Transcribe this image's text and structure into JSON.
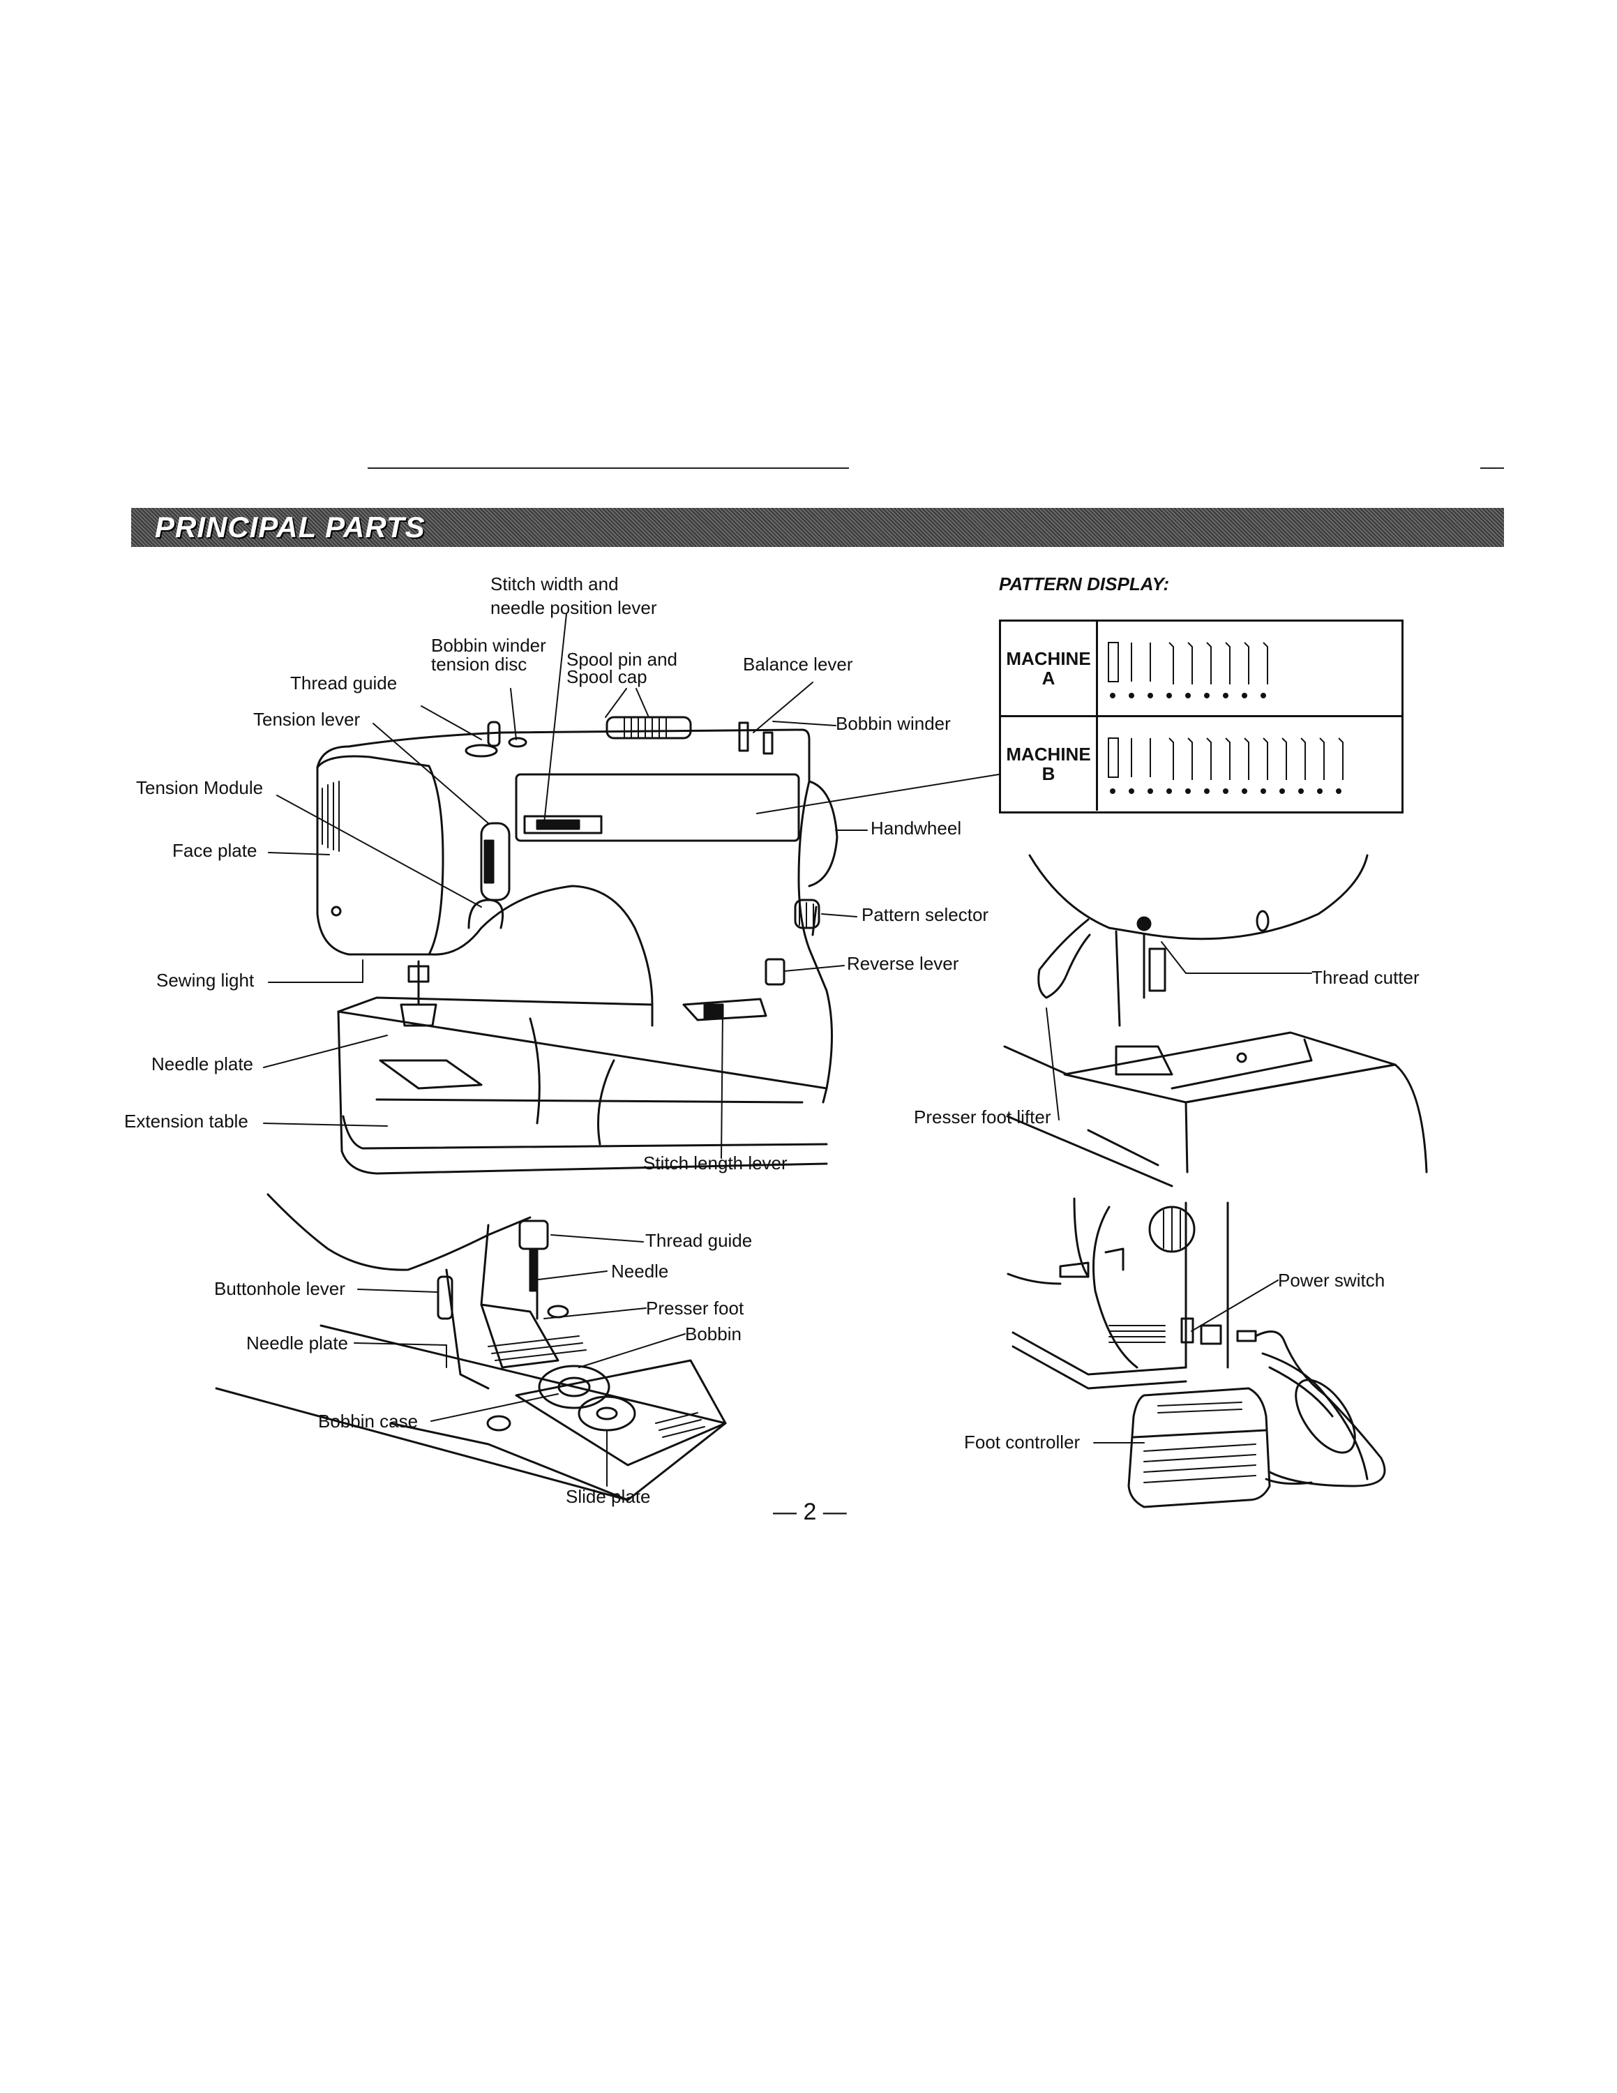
{
  "header": {
    "title": "PRINCIPAL PARTS"
  },
  "main_labels": {
    "stitch_width_line1": "Stitch width and",
    "stitch_width_line2": "needle position lever",
    "bobbin_winder_tension_line1": "Bobbin winder",
    "bobbin_winder_tension_line2": "tension disc",
    "spool_line1": "Spool pin and",
    "spool_line2": "Spool cap",
    "balance_lever": "Balance lever",
    "thread_guide": "Thread guide",
    "tension_lever": "Tension lever",
    "bobbin_winder": "Bobbin winder",
    "tension_module": "Tension Module",
    "face_plate": "Face plate",
    "handwheel": "Handwheel",
    "pattern_selector": "Pattern selector",
    "reverse_lever": "Reverse lever",
    "sewing_light": "Sewing light",
    "needle_plate": "Needle plate",
    "extension_table": "Extension table",
    "stitch_length_lever": "Stitch length lever"
  },
  "needle_area_labels": {
    "thread_guide": "Thread guide",
    "needle": "Needle",
    "buttonhole_lever": "Buttonhole lever",
    "presser_foot": "Presser foot",
    "needle_plate": "Needle plate",
    "bobbin": "Bobbin",
    "bobbin_case": "Bobbin case",
    "slide_plate": "Slide plate"
  },
  "pattern_display": {
    "title": "PATTERN DISPLAY:",
    "machine_a_line1": "MACHINE",
    "machine_a_line2": "A",
    "machine_b_line1": "MACHINE",
    "machine_b_line2": "B",
    "machine_a_patterns": 9,
    "machine_b_patterns": 13
  },
  "detail_labels": {
    "thread_cutter": "Thread cutter",
    "presser_foot_lifter": "Presser foot lifter",
    "power_switch": "Power switch",
    "foot_controller": "Foot controller"
  },
  "page": {
    "number": "— 2 —"
  }
}
